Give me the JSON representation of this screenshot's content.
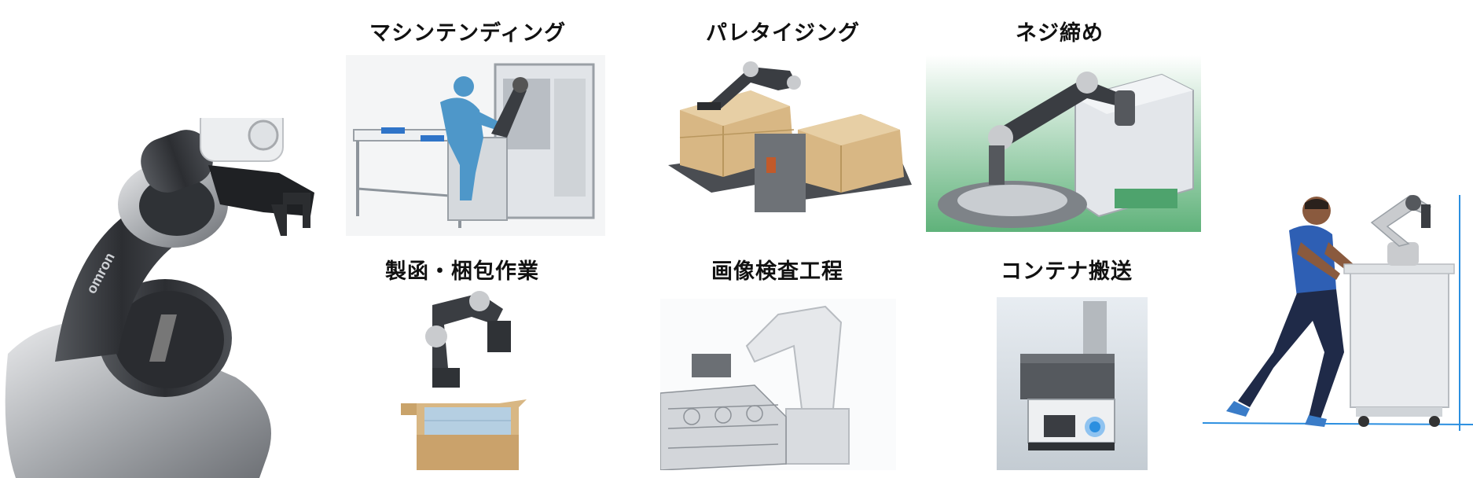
{
  "labels": {
    "machine_tending": "マシンテンディング",
    "palletizing": "パレタイジング",
    "screw_fastening": "ネジ締め",
    "boxing_packing": "製函・梱包作業",
    "image_inspection": "画像検査工程",
    "container_transport": "コンテナ搬送"
  },
  "logo_text": "omron",
  "colors": {
    "arm_dark": "#3a3d42",
    "arm_silver": "#c9cbce",
    "human_blue": "#4e97c9",
    "box_tan": "#d8b784",
    "green_bg": "#5fb27a",
    "shirt_blue": "#2e5fb4",
    "floor_blue": "#2b8fe0"
  }
}
